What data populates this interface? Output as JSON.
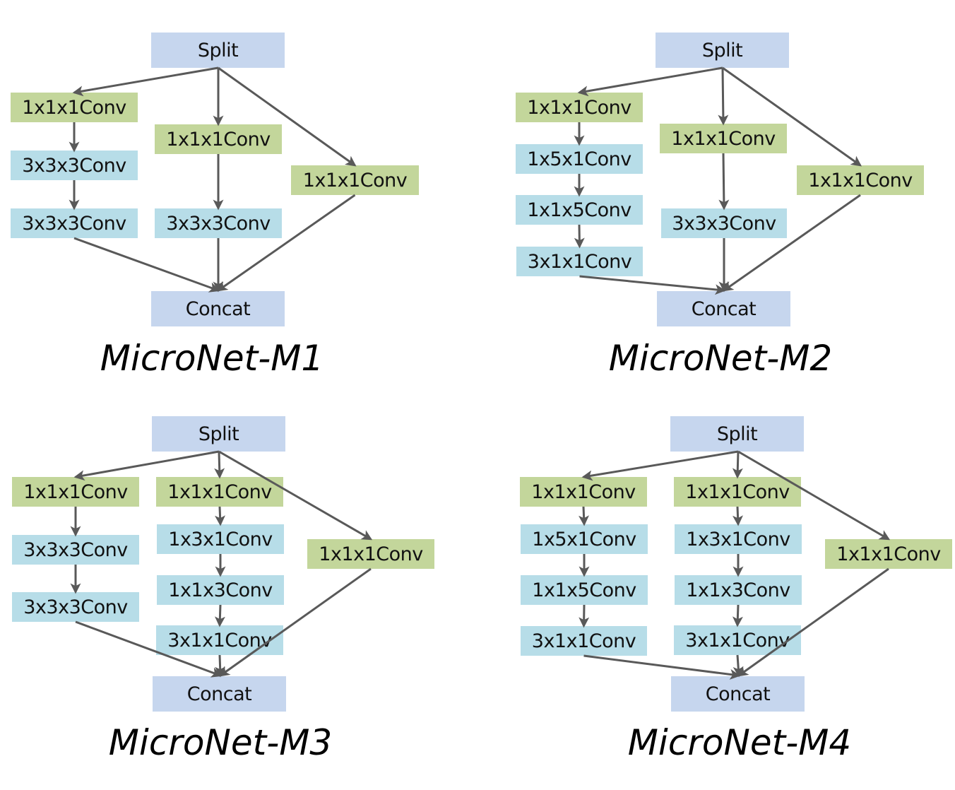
{
  "colors": {
    "split_concat": "#c6d6ee",
    "conv_1x1x1": "#c3d69b",
    "conv_other": "#b7dde8",
    "arrow": "#595959",
    "text": "#111111"
  },
  "panels": [
    {
      "id": "m1",
      "title": "MicroNet-M1",
      "split": "Split",
      "concat": "Concat",
      "branches": [
        [
          "1x1x1Conv",
          "3x3x3Conv",
          "3x3x3Conv"
        ],
        [
          "1x1x1Conv",
          "3x3x3Conv"
        ],
        [
          "1x1x1Conv"
        ]
      ]
    },
    {
      "id": "m2",
      "title": "MicroNet-M2",
      "split": "Split",
      "concat": "Concat",
      "branches": [
        [
          "1x1x1Conv",
          "1x5x1Conv",
          "1x1x5Conv",
          "3x1x1Conv"
        ],
        [
          "1x1x1Conv",
          "3x3x3Conv"
        ],
        [
          "1x1x1Conv"
        ]
      ]
    },
    {
      "id": "m3",
      "title": "MicroNet-M3",
      "split": "Split",
      "concat": "Concat",
      "branches": [
        [
          "1x1x1Conv",
          "3x3x3Conv",
          "3x3x3Conv"
        ],
        [
          "1x1x1Conv",
          "1x3x1Conv",
          "1x1x3Conv",
          "3x1x1Conv"
        ],
        [
          "1x1x1Conv"
        ]
      ]
    },
    {
      "id": "m4",
      "title": "MicroNet-M4",
      "split": "Split",
      "concat": "Concat",
      "branches": [
        [
          "1x1x1Conv",
          "1x5x1Conv",
          "1x1x5Conv",
          "3x1x1Conv"
        ],
        [
          "1x1x1Conv",
          "1x3x1Conv",
          "1x1x3Conv",
          "3x1x1Conv"
        ],
        [
          "1x1x1Conv"
        ]
      ]
    }
  ]
}
